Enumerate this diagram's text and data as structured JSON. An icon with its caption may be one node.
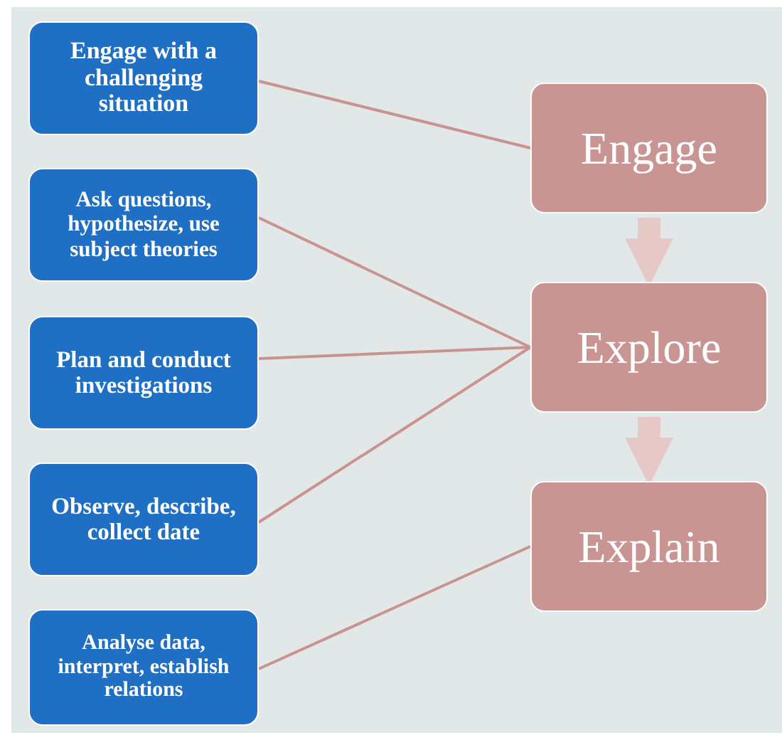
{
  "diagram": {
    "nodes": [
      {
        "text": [
          "Engage with a challenging situation"
        ]
      },
      {
        "text": [
          "Ask questions, hypothesize, use subject theories"
        ]
      },
      {
        "text": [
          "Plan and conduct investigations"
        ]
      },
      {
        "text": [
          "Observe, describe, collect date"
        ]
      },
      {
        "text": [
          "Analyse data, interpret, establish relations"
        ]
      },
      {
        "text": [
          "Engage"
        ]
      },
      {
        "text": [
          "Explore"
        ]
      },
      {
        "text": [
          "Explain"
        ]
      }
    ],
    "edges": [
      {
        "from": 0,
        "to": 5,
        "arrow": "none"
      },
      {
        "from": 1,
        "to": 6,
        "arrow": "none"
      },
      {
        "from": 2,
        "to": 6,
        "arrow": "none"
      },
      {
        "from": 3,
        "to": 6,
        "arrow": "none"
      },
      {
        "from": 4,
        "to": 7,
        "arrow": "none"
      },
      {
        "from": 5,
        "to": 6,
        "arrow": "to",
        "style": "thick",
        "color": "#e6c8c7"
      },
      {
        "from": 6,
        "to": 7,
        "arrow": "to",
        "style": "thick",
        "color": "#e6c8c7"
      }
    ]
  }
}
